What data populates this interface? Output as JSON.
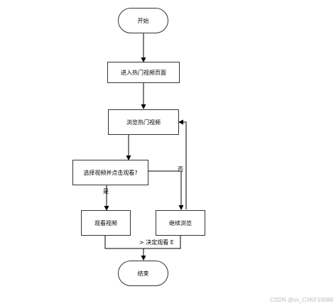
{
  "nodes": {
    "start": "开始",
    "enter_page": "进入热门视频页面",
    "browse": "浏览热门视频",
    "decision": "选择视频并点击观看?",
    "watch": "观看视频",
    "continue": "继续浏览",
    "end": "结束"
  },
  "labels": {
    "yes": "是",
    "no": "否",
    "decide": "> 决定观看 E"
  },
  "watermark": "CSDN @vx_CXKF10088"
}
